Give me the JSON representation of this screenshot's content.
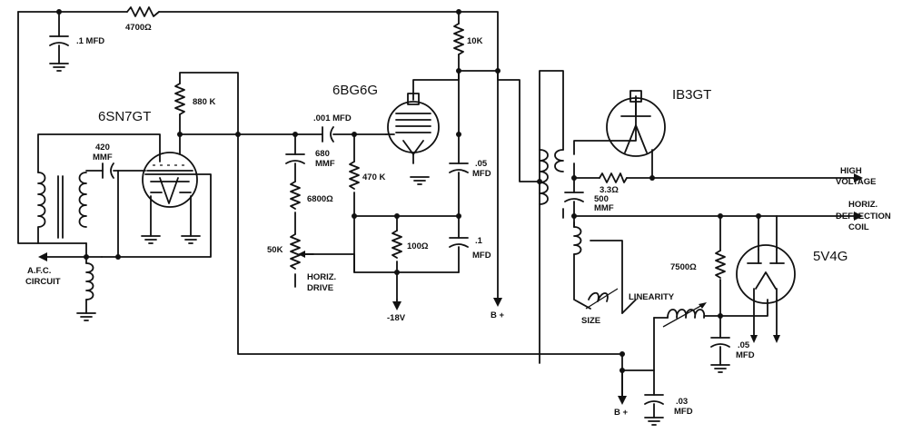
{
  "tubes": {
    "t1": "6SN7GT",
    "t2": "6BG6G",
    "t3": "IB3GT",
    "t4": "5V4G"
  },
  "components": {
    "c_top": ".1 MFD",
    "r_top": "4700Ω",
    "r_10k": "10K",
    "r_880k": "880 K",
    "c_420_a": "420",
    "c_420_b": "MMF",
    "c_001": ".001 MFD",
    "c_680_a": "680",
    "c_680_b": "MMF",
    "r_6800": "6800Ω",
    "r_50k": "50K",
    "r_470k": "470 K",
    "c_05a_a": ".05",
    "c_05a_b": "MFD",
    "r_100": "100Ω",
    "c_1_a": ".1",
    "c_1_b": "MFD",
    "r_33": "3.3Ω",
    "c_500_a": "500",
    "c_500_b": "MMF",
    "r_7500": "7500Ω",
    "c_05b_a": ".05",
    "c_05b_b": "MFD",
    "c_03_a": ".03",
    "c_03_b": "MFD"
  },
  "labels": {
    "afc_1": "A.F.C.",
    "afc_2": "CIRCUIT",
    "horiz_drive_1": "HORIZ.",
    "horiz_drive_2": "DRIVE",
    "minus_18v": "-18V",
    "b_plus_1": "B +",
    "b_plus_2": "B +",
    "high_voltage_1": "HIGH",
    "high_voltage_2": "VOLTAGE",
    "defl_1": "HORIZ.",
    "defl_2": "DEFLECTION",
    "defl_3": "COIL",
    "linearity": "LINEARITY",
    "size": "SIZE"
  }
}
